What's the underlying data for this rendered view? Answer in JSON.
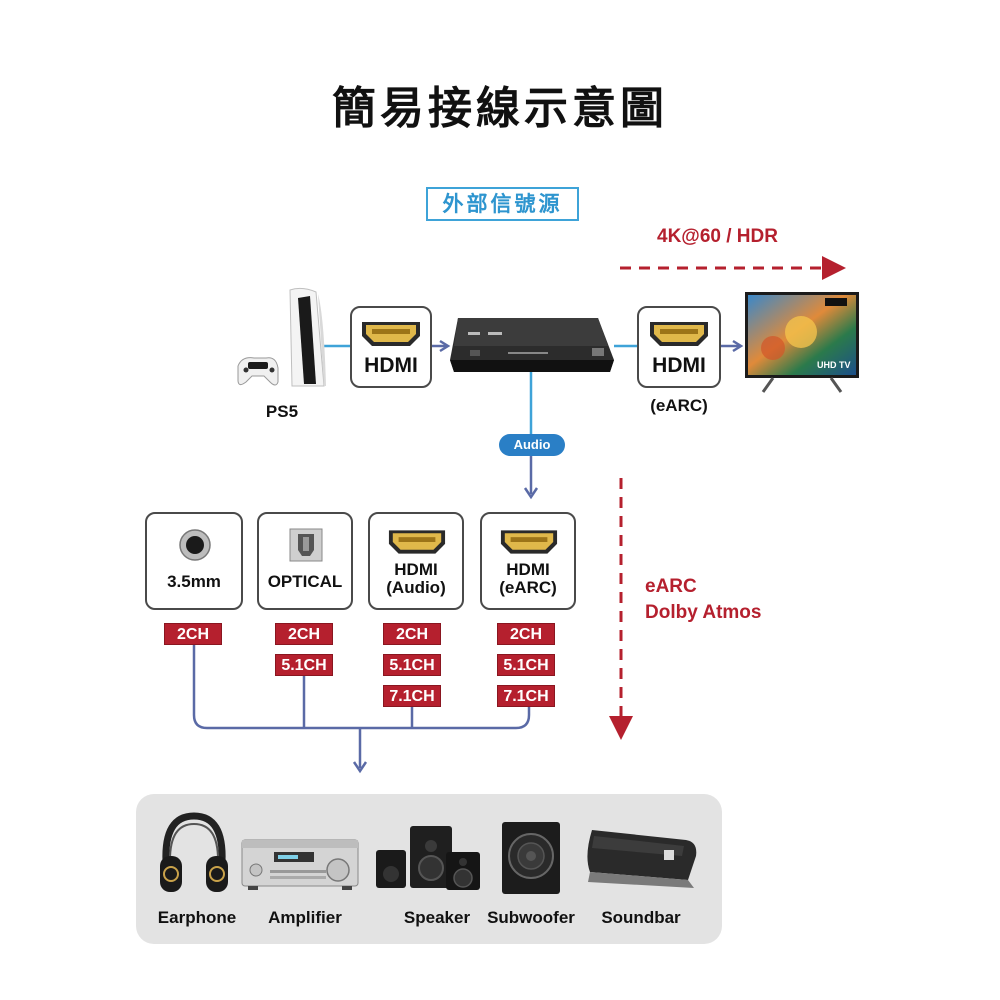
{
  "title": "簡易接線示意圖",
  "source_label": "外部信號源",
  "video_spec": "4K@60 / HDR",
  "source_device": "PS5",
  "input_port": "HDMI",
  "output_port": "HDMI",
  "output_port_sub": "(eARC)",
  "audio_tag": "Audio",
  "earc_note": {
    "line1": "eARC",
    "line2": "Dolby Atmos"
  },
  "outputs": [
    {
      "line1": "3.5mm",
      "line2": "",
      "badges": [
        "2CH"
      ]
    },
    {
      "line1": "OPTICAL",
      "line2": "",
      "badges": [
        "2CH",
        "5.1CH"
      ]
    },
    {
      "line1": "HDMI",
      "line2": "(Audio)",
      "badges": [
        "2CH",
        "5.1CH",
        "7.1CH"
      ]
    },
    {
      "line1": "HDMI",
      "line2": "(eARC)",
      "badges": [
        "2CH",
        "5.1CH",
        "7.1CH"
      ]
    }
  ],
  "devices": [
    "Earphone",
    "Amplifier",
    "Speaker",
    "Subwoofer",
    "Soundbar"
  ],
  "colors": {
    "accent_red": "#b5202e",
    "line_blue": "#5a6aa6",
    "cyan_line": "#3ea3d8",
    "audio_blue": "#2a7fc6"
  }
}
